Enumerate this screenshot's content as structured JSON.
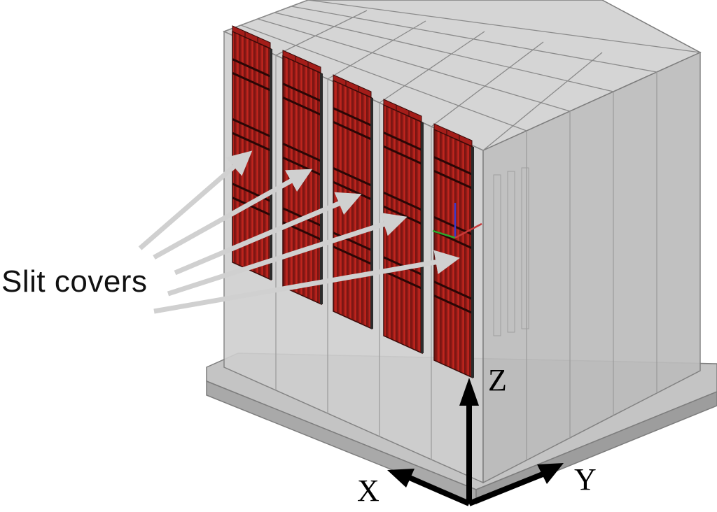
{
  "annotation": {
    "label": "Slit covers"
  },
  "axes": {
    "x": "X",
    "y": "Y",
    "z": "Z"
  },
  "colors": {
    "structure_fill": "#c9c9c9",
    "structure_edge": "#8a8a8a",
    "cover_red": "#b3201c",
    "cover_dark": "#5a120f",
    "arrow_gray": "#d0d0d0",
    "axis_black": "#000000"
  },
  "slit_cover_count": 5
}
